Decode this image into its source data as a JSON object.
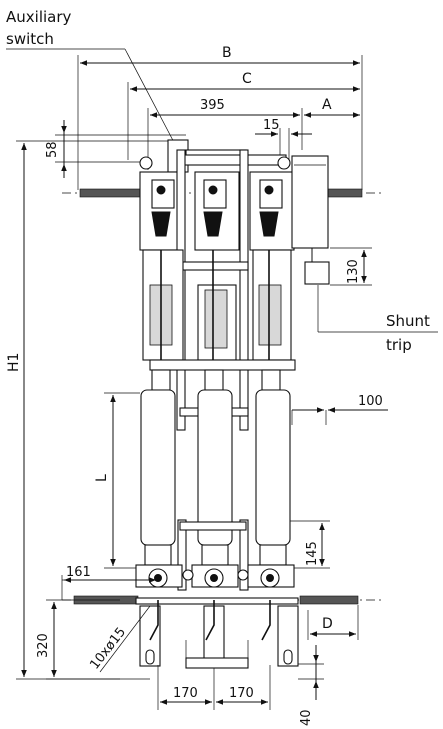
{
  "callouts": {
    "auxiliary_switch_line1": "Auxiliary",
    "auxiliary_switch_line2": "switch",
    "shunt_trip_line1": "Shunt",
    "shunt_trip_line2": "trip"
  },
  "dimensions": {
    "B": "B",
    "C": "C",
    "A": "A",
    "d395": "395",
    "d15": "15",
    "d58": "58",
    "d130": "130",
    "d100": "100",
    "H1": "H1",
    "L": "L",
    "d145": "145",
    "d161": "161",
    "D": "D",
    "d320": "320",
    "hole": "10xø15",
    "d170a": "170",
    "d170b": "170",
    "d40": "40"
  }
}
